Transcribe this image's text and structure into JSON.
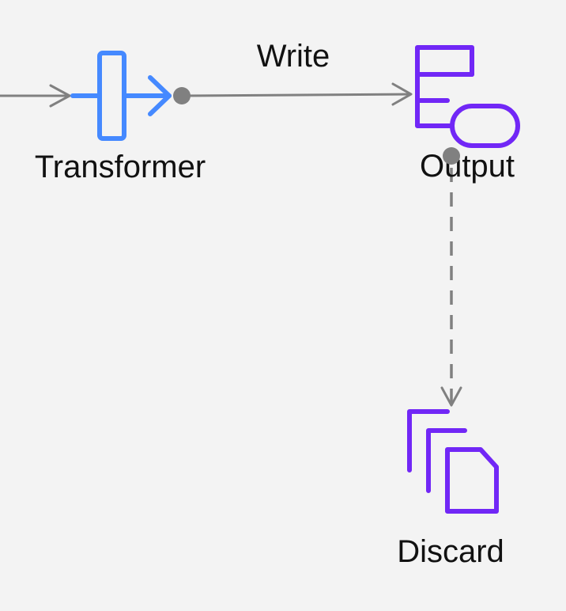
{
  "nodes": {
    "transformer": {
      "label": "Transformer",
      "icon": "transformer-stage-icon",
      "color": "#4589ff"
    },
    "output": {
      "label": "Output",
      "icon": "database-output-icon",
      "color": "#7127f6"
    },
    "discard": {
      "label": "Discard",
      "icon": "stacked-documents-icon",
      "color": "#7127f6"
    }
  },
  "links": {
    "input_to_transformer": {
      "label": "",
      "style": "solid"
    },
    "transformer_to_output": {
      "label": "Write",
      "style": "solid"
    },
    "output_to_discard": {
      "label": "",
      "style": "dashed"
    }
  },
  "colors": {
    "background": "#f3f3f3",
    "link": "#808080",
    "text": "#111111"
  }
}
